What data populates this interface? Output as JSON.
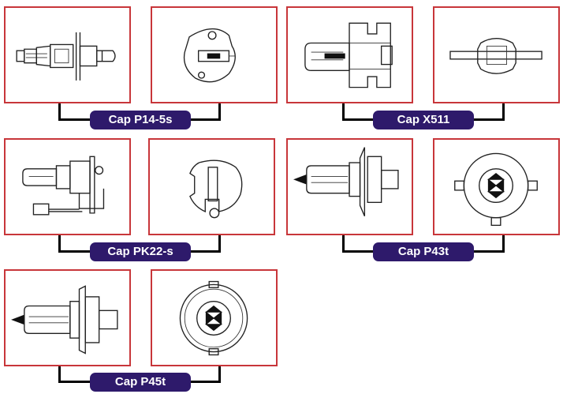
{
  "colors": {
    "frame_border": "#c8363a",
    "label_bg": "#2e1a6b",
    "label_text": "#ffffff",
    "bracket": "#000000"
  },
  "caps": [
    {
      "label": "Cap P14-5s"
    },
    {
      "label": "Cap X511"
    },
    {
      "label": "Cap PK22-s"
    },
    {
      "label": "Cap P43t"
    },
    {
      "label": "Cap P45t"
    }
  ]
}
